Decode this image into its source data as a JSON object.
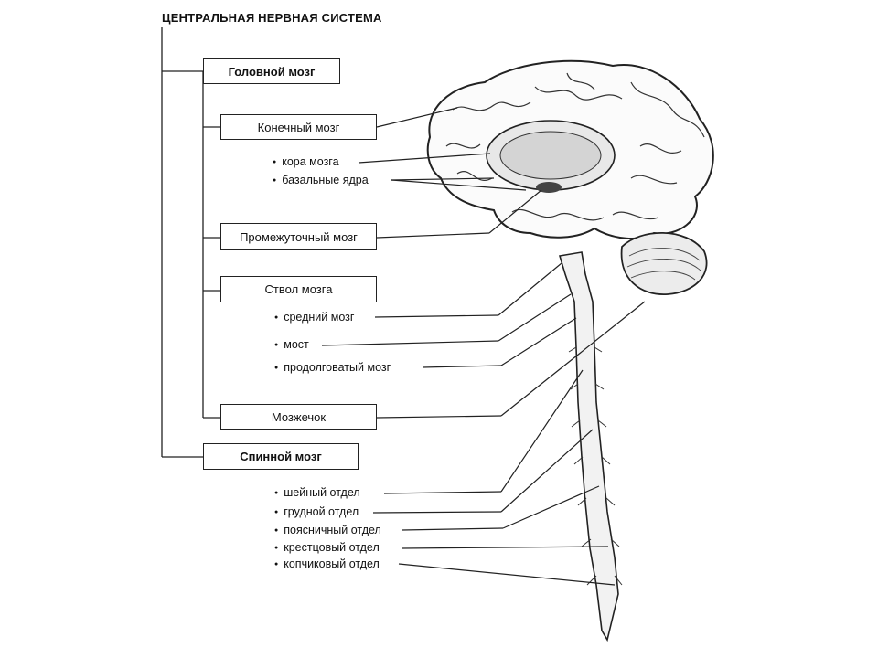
{
  "title": "ЦЕНТРАЛЬНАЯ НЕРВНАЯ СИСТЕМА",
  "boxes": {
    "golovnoy": "Головной мозг",
    "konechny": "Конечный мозг",
    "promezhutochny": "Промежуточный мозг",
    "stvol": "Ствол мозга",
    "mozzhechok": "Мозжечок",
    "spinnoy": "Спинной мозг"
  },
  "brain_parts": {
    "kora": "кора мозга",
    "bazalnye": "базальные ядра"
  },
  "stem_parts": {
    "sredny": "средний мозг",
    "most": "мост",
    "prodolgovaty": "продолговатый мозг"
  },
  "spinal_parts": {
    "sheyny": "шейный отдел",
    "grudnoy": "грудной отдел",
    "poyasnichny": "поясничный отдел",
    "krestsovy": "крестцовый отдел",
    "kopchikovy": "копчиковый отдел"
  }
}
